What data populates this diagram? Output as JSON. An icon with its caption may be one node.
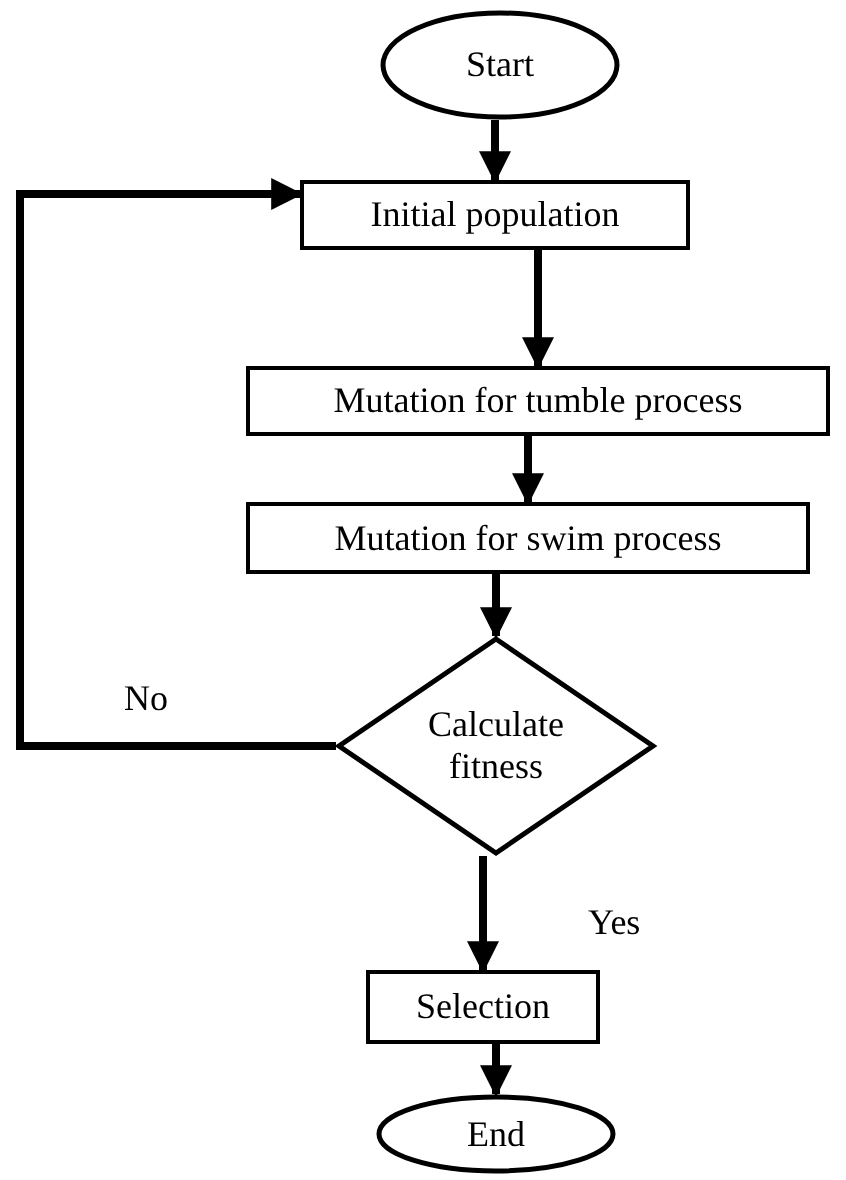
{
  "diagram": {
    "nodes": [
      {
        "text": [
          "Start"
        ]
      },
      {
        "text": [
          "Initial population"
        ]
      },
      {
        "text": [
          "Mutation for tumble process"
        ]
      },
      {
        "text": [
          "Mutation for swim process"
        ]
      },
      {
        "text": [
          "Calculate fitness"
        ]
      },
      {
        "text": [
          "Selection"
        ]
      },
      {
        "text": [
          "End"
        ]
      }
    ],
    "edges": [
      {
        "from": 0,
        "to": 1,
        "arrow": "to"
      },
      {
        "from": 1,
        "to": 2,
        "arrow": "to"
      },
      {
        "from": 2,
        "to": 3,
        "arrow": "to"
      },
      {
        "from": 3,
        "to": 4,
        "arrow": "to"
      },
      {
        "from": 4,
        "to": 1,
        "arrow": "to",
        "label": "No"
      },
      {
        "from": 4,
        "to": 5,
        "arrow": "to",
        "label": "Yes"
      },
      {
        "from": 5,
        "to": 6,
        "arrow": "to"
      }
    ]
  }
}
